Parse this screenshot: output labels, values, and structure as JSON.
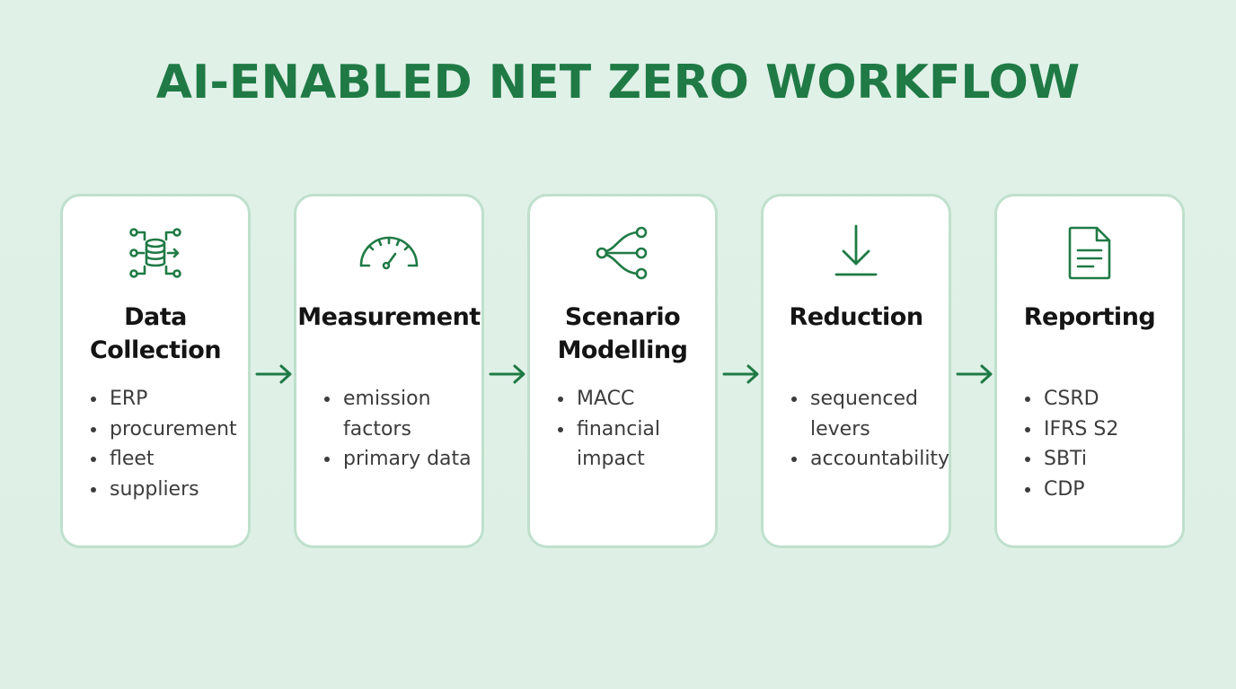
{
  "title": "AI-ENABLED NET ZERO WORKFLOW",
  "colors": {
    "accent": "#1f7a45",
    "background": "#e0f1e8",
    "card_border": "#bfe0cc",
    "card_fill": "#ffffff"
  },
  "steps": [
    {
      "icon": "data-collection-icon",
      "title_lines": [
        "Data",
        "Collection"
      ],
      "bullets": [
        [
          "ERP"
        ],
        [
          "procurement"
        ],
        [
          "fleet"
        ],
        [
          "suppliers"
        ]
      ]
    },
    {
      "icon": "gauge-icon",
      "title_lines": [
        "Measurement",
        ""
      ],
      "bullets": [
        [
          "emission",
          "factors"
        ],
        [
          "primary data"
        ]
      ]
    },
    {
      "icon": "branching-icon",
      "title_lines": [
        "Scenario",
        "Modelling"
      ],
      "bullets": [
        [
          "MACC"
        ],
        [
          "financial",
          "impact"
        ]
      ]
    },
    {
      "icon": "arrow-down-icon",
      "title_lines": [
        "Reduction",
        ""
      ],
      "bullets": [
        [
          "sequenced",
          "levers"
        ],
        [
          "accountability"
        ]
      ]
    },
    {
      "icon": "document-icon",
      "title_lines": [
        "Reporting",
        ""
      ],
      "bullets": [
        [
          "CSRD"
        ],
        [
          "IFRS S2"
        ],
        [
          "SBTi"
        ],
        [
          "CDP"
        ]
      ]
    }
  ]
}
